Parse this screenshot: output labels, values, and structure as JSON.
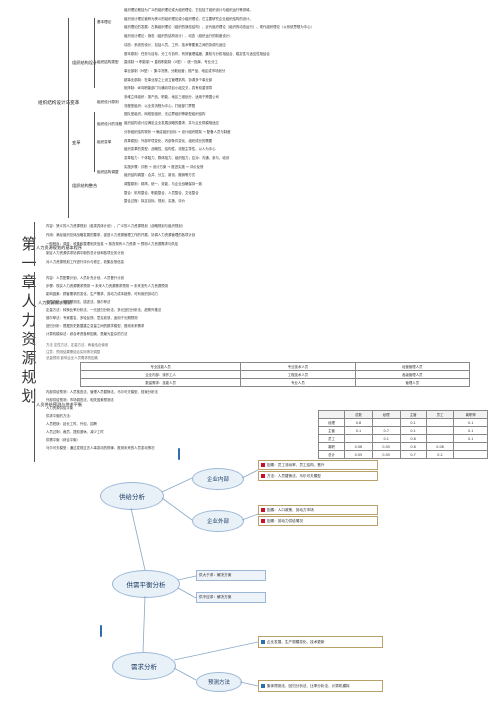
{
  "chapter_title": "第一章 人力资源规划",
  "sections": {
    "s1": "组织结构设计与变革",
    "s1a": "组织结构设计",
    "s1b": "变革",
    "s1c": "组织结构整合",
    "s1_branches": [
      "基本理论",
      "组织结构类型",
      "组织设计原则",
      "组织设计的流程",
      "组织变革",
      "组织结构调整"
    ],
    "s2": "人力资源规划的基本程序",
    "s3": "人力资源需求预测",
    "s4": "人员供给预测与供求平衡"
  },
  "lines": {
    "s1": [
      "组织理论概括为广义的组织理论或大组织理论，它包括了组织设计与组织运行等领域。",
      "组织设计理论被称为狭义的组织理论或小组织理论，它主要研究企业组织结构的设计。",
      "组织理论的发展：古典组织理论（组织的静态结构）、近代组织理论（组织的动态运行）、现代组织理论（以系统思想为中心）",
      "组织设计理论：静态（组织的结构设计）、动态（组织运行的制度设计）",
      "动态：系统的设计，包括人员、工作、技术等要素之间的协调与适应",
      "基本原则：任务与目标、分工与协作、有效管理幅度、集权与分权相结合、稳定性与适应性相结合",
      "直线制 → 职能制 → 直线职能制（U型）：统一指挥、专业分工",
      "事业部制（M型）：集中决策、分散经营；按产品、地区或市场划分",
      "超事业部制：在事业部之上设立管理机构，协调多个事业部",
      "矩阵制：纵向职能部门与横向项目小组交叉，具有双重领导",
      "多维立体组织：按产品、职能、地区三维划分，适用于跨国公司",
      "流程型组织：以业务流程为中心，打破部门界限",
      "团队型组织、网络型组织、无边界组织等新型组织结构",
      "组织结构设计应满足企业发展战略的要求，并与企业规模相适应",
      "分析组织结构现状 → 确定组织目标 → 设计组织框架 → 配备人员与制度",
      "改革原因：外部环境变化、内部条件变化、组织成长的需要",
      "组织变革的类型：战略性、结构性、流程主导性、以人为中心",
      "变革阻力：个体阻力、群体阻力、组织阻力；应对：沟通、参与、培训",
      "实施步骤：诊断 → 设计方案 → 推进实施 → 评价反馈",
      "组织结构调整：合并、分立、新设、撤销等方式",
      "调整原则：精简、统一、效能，与企业战略保持一致",
      "整合：机构整合、职能整合、人员整合、文化整合",
      "整合过程：拟定目标、规划、实施、评价"
    ],
    "s2": [
      "内容：狭义的人力资源规划（各类具体计划），广义的人力资源规划（战略规划与组织规划）",
      "作用：满足组织总体战略发展的要求，促进人力资源管理工作的开展，协调人力资源管理的各项计划",
      "一般程序：调查、收集和整理相关信息 → 核查现有人力资源 → 预测人力资源需求与供给",
      "制定人力资源供求协调平衡的总计划和各项业务计划",
      "对人力资源规划工作进行评价与修正，收集反馈信息"
    ],
    "s3": [
      "内容：人员配置计划、人员补充计划、人员晋升计划",
      "步骤：现实人力资源需求预测 → 未来人力资源需求预测 → 未来流失人力资源预测",
      "影响因素：顾客需求的变化、生产需求、劳动力成本趋势、可利用的劳动力",
      "定性方法：经验预测法、描述法、德尔菲法",
      "定量方法：转换比率分析法、一元回归分析法、多元回归分析法、趋势外推法",
      "德尔菲法：专家匿名、多轮反馈、意见收敛，适用于长期预测",
      "回归分析：根据历史数据建立变量之间的数学模型，推测未来需求",
      "计算机模拟法：综合考虑各种因素，是最为复杂的方法"
    ],
    "s3b": [
      "方法  定性方法、定量方法，两者结合使用",
      "  注意：预测结果需结合实际情况调整",
      "总量预测  影响企业人员需求的因素"
    ],
    "s4": [
      "内部供给预测：人员核查法、管理人员替换法、马尔可夫模型、档案分析法",
      "外部供给预测：市场调查法、相关因素预测法",
      "人力资源供给平衡",
      "供求平衡的方法：",
      "  人员短缺：延长工时、外包、招聘",
      "  人员过剩：裁员、提前退休、减少工时",
      "供需平衡（综合平衡）",
      "马尔可夫模型：通过发现过去人事变动的规律，推测未来的人员变动情况"
    ]
  },
  "table1": {
    "headers": [
      "专业技能人员",
      "专业技术人员",
      "经营管理人员"
    ],
    "rows": [
      [
        "企业内部：操作工人",
        "工程技术人员",
        "各级管理人员"
      ],
      [
        "数量需求：技能人员",
        "专业人员",
        "管理人员"
      ]
    ]
  },
  "table2": {
    "headers": [
      "",
      "总数",
      "经理",
      "主管",
      "员工",
      "离职率"
    ],
    "rows": [
      [
        "经理",
        "0.8",
        "",
        "0.1",
        "",
        "0.1"
      ],
      [
        "主管",
        "0.1",
        "0.7",
        "0.1",
        "",
        "0.1"
      ],
      [
        "员工",
        "",
        "0.1",
        "0.8",
        "",
        "0.1"
      ],
      [
        "离职",
        "0.06",
        "0.05",
        "0.8",
        "0.08",
        ""
      ],
      [
        "总计",
        "0.05",
        "0.05",
        "0.7",
        "0.2",
        ""
      ]
    ]
  },
  "diagram": {
    "nodes": {
      "supply": "供给分析",
      "internal": "企业内部",
      "external": "企业外部",
      "balance": "供需平衡分析",
      "demand": "需求分析",
      "forecast": "预测方法"
    },
    "callouts": {
      "internal_1": "因素：员工流动率、员工结构、晋升",
      "internal_2": "方法：人员替换法、马尔可夫模型",
      "external_1": "因素：人口政策、劳动力市场",
      "external_2": "因素：劳动力供给情况",
      "balance_1": "供大于求：解决方案",
      "balance_2": "供不应求：解决方案",
      "demand_1": "企业发展、生产规模变化、技术更新",
      "forecast_1": "集体预测法、回归分析法、比率分析法、计算机模拟"
    },
    "colors": {
      "node_fill": "#e8f0f8",
      "accent": "#2f6db0",
      "callout_swatch": "#c8102e"
    }
  }
}
